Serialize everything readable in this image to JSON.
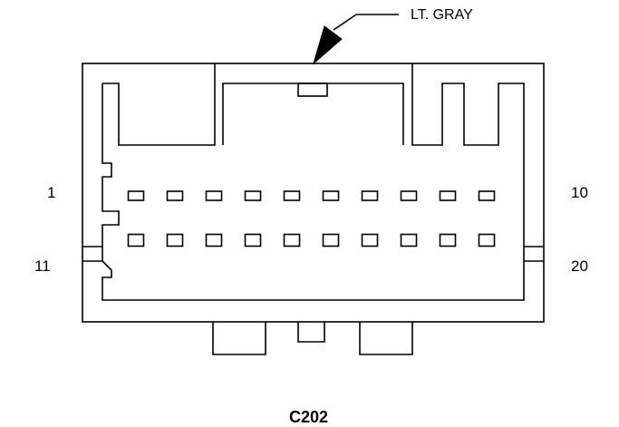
{
  "diagram": {
    "color_label": "LT. GRAY",
    "pin_labels": {
      "top_left": "1",
      "top_right": "10",
      "bottom_left": "11",
      "bottom_right": "20"
    },
    "connector_id": "C202",
    "pin_rows": 2,
    "pins_per_row": 10,
    "stroke_color": "#000000",
    "background_color": "#ffffff"
  }
}
